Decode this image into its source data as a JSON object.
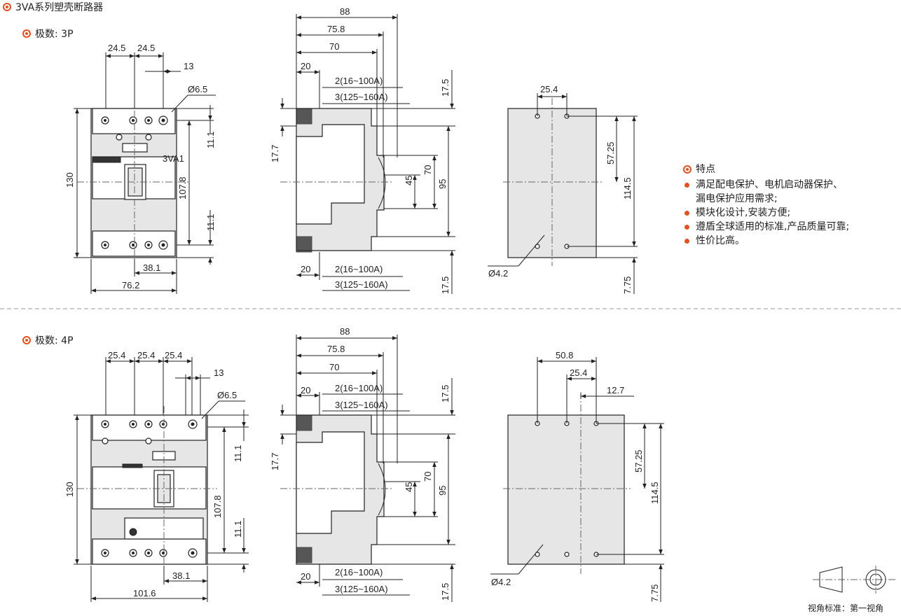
{
  "page_title": "3VA系列塑壳断路器",
  "sections": [
    {
      "heading": "极数: 3P"
    },
    {
      "heading": "极数: 4P"
    }
  ],
  "features": {
    "title": "特点",
    "items": [
      {
        "line1": "满足配电保护、电机启动器保护、",
        "line2": "漏电保护应用需求;"
      },
      {
        "line1": "模块化设计,安装方便;",
        "line2": ""
      },
      {
        "line1": "遵盾全球适用的标准,产品质量可靠;",
        "line2": ""
      },
      {
        "line1": " 性价比高。",
        "line2": ""
      }
    ]
  },
  "view_standard": "视角标准：第一视角",
  "front_label": "3VA1",
  "dims_3p": {
    "front": [
      "24.5",
      "24.5",
      "13",
      "Ø6.5",
      "130",
      "107.8",
      "11.1",
      "11.1",
      "38.1",
      "76.2"
    ],
    "side": [
      "88",
      "75.8",
      "70",
      "20",
      "2(16~100A)",
      "3(125~160A)",
      "17.5",
      "17.7",
      "70",
      "45",
      "95",
      "20",
      "2(16~100A)",
      "3(125~160A)",
      "17.5"
    ],
    "mount": [
      "25.4",
      "57.25",
      "114.5",
      "Ø4.2",
      "7.75"
    ]
  },
  "dims_4p": {
    "front": [
      "25.4",
      "25.4",
      "25.4",
      "13",
      "Ø6.5",
      "130",
      "107.8",
      "11.1",
      "11.1",
      "38.1",
      "101.6"
    ],
    "side": [
      "88",
      "75.8",
      "70",
      "20",
      "2(16~100A)",
      "3(125~160A)",
      "17.5",
      "17.7",
      "70",
      "45",
      "95",
      "20",
      "2(16~100A)",
      "3(125~160A)",
      "17.5"
    ],
    "mount": [
      "50.8",
      "25.4",
      "12.7",
      "57.25",
      "114.5",
      "Ø4.2",
      "7.75"
    ]
  },
  "colors": {
    "accent": "#e8501e",
    "line": "#222222",
    "fill": "#e6e6e6"
  }
}
